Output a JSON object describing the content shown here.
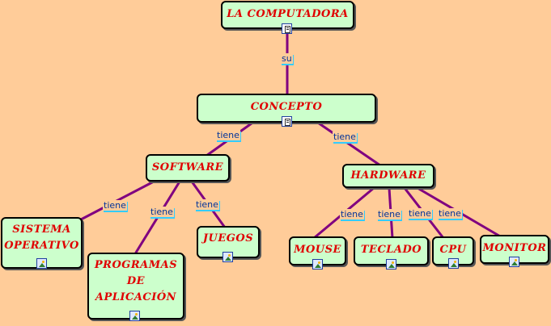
{
  "nodes": {
    "computadora": {
      "label": "LA COMPUTADORA",
      "resource": "document-icon"
    },
    "concepto": {
      "label": "CONCEPTO",
      "resource": "document-icon"
    },
    "software": {
      "label": "SOFTWARE"
    },
    "hardware": {
      "label": "HARDWARE"
    },
    "sistema_operativo": {
      "label": "SISTEMA\nOPERATIVO",
      "resource": "image-icon"
    },
    "programas": {
      "label": "PROGRAMAS\nDE\nAPLICACIÓN",
      "resource": "image-icon"
    },
    "juegos": {
      "label": "JUEGOS",
      "resource": "image-icon"
    },
    "mouse": {
      "label": "MOUSE",
      "resource": "image-icon"
    },
    "teclado": {
      "label": "TECLADO",
      "resource": "image-icon"
    },
    "cpu": {
      "label": "CPU",
      "resource": "image-icon"
    },
    "monitor": {
      "label": "MONITOR",
      "resource": "image-icon"
    }
  },
  "links": {
    "su": "su",
    "concepto_software": "tiene",
    "concepto_hardware": "tiene",
    "software_sistema": "tiene",
    "software_programas": "tiene",
    "software_juegos": "tiene",
    "hardware_mouse": "tiene",
    "hardware_teclado": "tiene",
    "hardware_cpu": "tiene",
    "hardware_monitor": "tiene"
  },
  "colors": {
    "background": "#ffcc99",
    "node_fill": "#ccffcc",
    "node_text": "#e00000",
    "connector": "#800080",
    "link_text": "#003399",
    "link_shadow": "#33ccff"
  }
}
